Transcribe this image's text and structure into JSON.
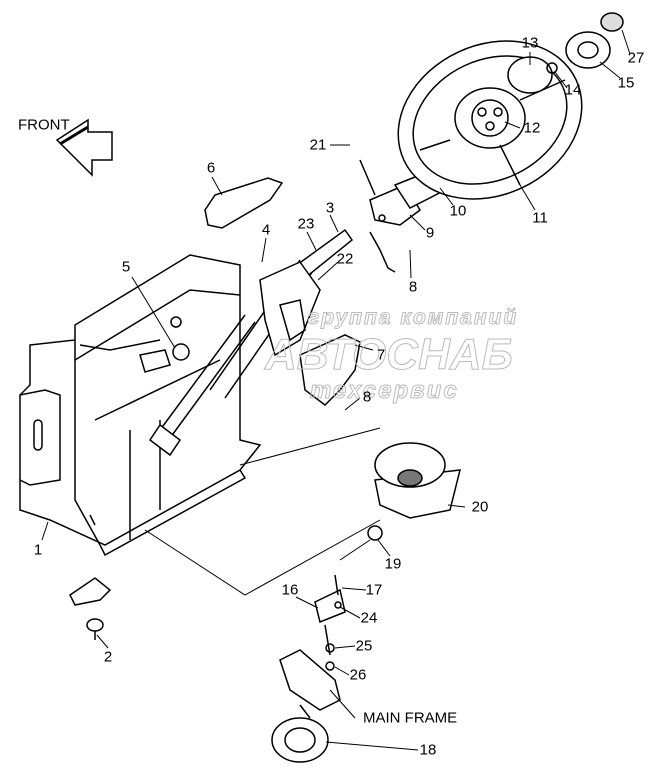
{
  "diagram": {
    "direction_label": "FRONT",
    "callouts": [
      "1",
      "2",
      "3",
      "4",
      "5",
      "6",
      "7",
      "8",
      "8",
      "9",
      "10",
      "11",
      "12",
      "13",
      "14",
      "15",
      "16",
      "17",
      "18",
      "19",
      "20",
      "21",
      "22",
      "23",
      "24",
      "25",
      "26",
      "27"
    ],
    "main_frame_label": "MAIN FRAME"
  },
  "watermark": {
    "line1": "группа компаний",
    "line2": "АВТОСНАБ",
    "line3": "техсервис"
  },
  "colors": {
    "line": "#000000",
    "watermark": "#bbbbbb"
  }
}
